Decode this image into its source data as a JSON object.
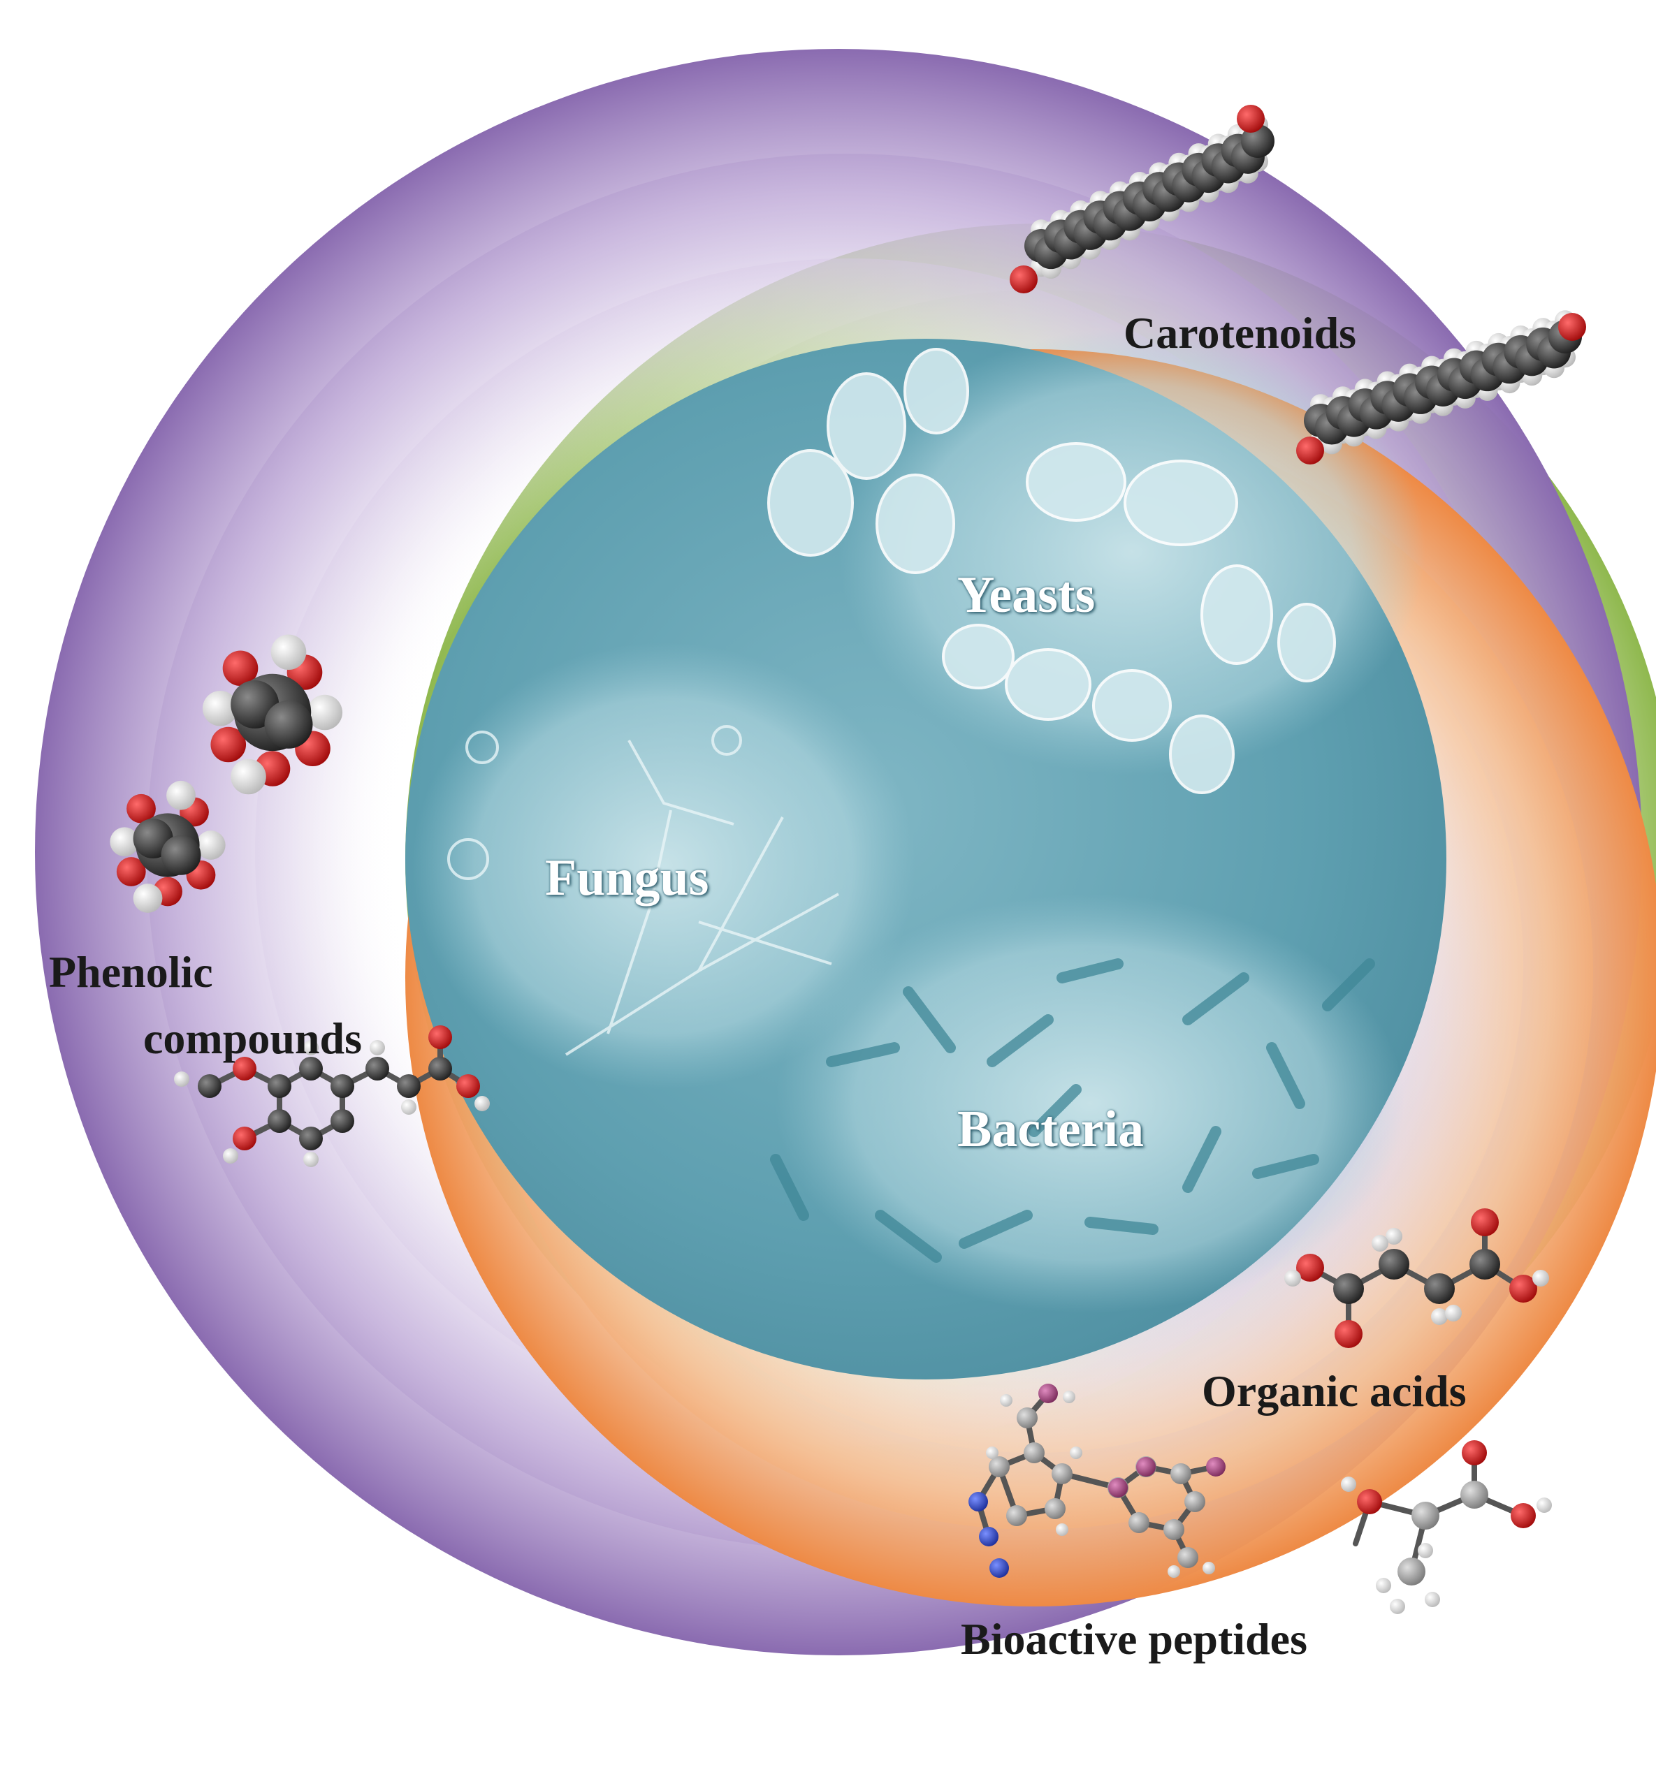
{
  "labels": {
    "carotenoids": "Carotenoids",
    "yeasts": "Yeasts",
    "fungus": "Fungus",
    "bacteria": "Bacteria",
    "phenolic": "Phenolic",
    "compounds": "compounds",
    "organic_acids": "Organic acids",
    "bioactive_peptides": "Bioactive peptides"
  },
  "colors": {
    "center_circle": "#5e9fb0",
    "carotenoids_band": "#8fb84e",
    "phenolic_band": "#8a6bb0",
    "organic_band": "#ee8a45",
    "molecule_carbon": "#3a3a3a",
    "molecule_oxygen": "#d11a1a",
    "molecule_hydrogen": "#f2f2f2",
    "molecule_nitrogen": "#2f4fd0",
    "molecule_phosphorus": "#b04a8a"
  }
}
